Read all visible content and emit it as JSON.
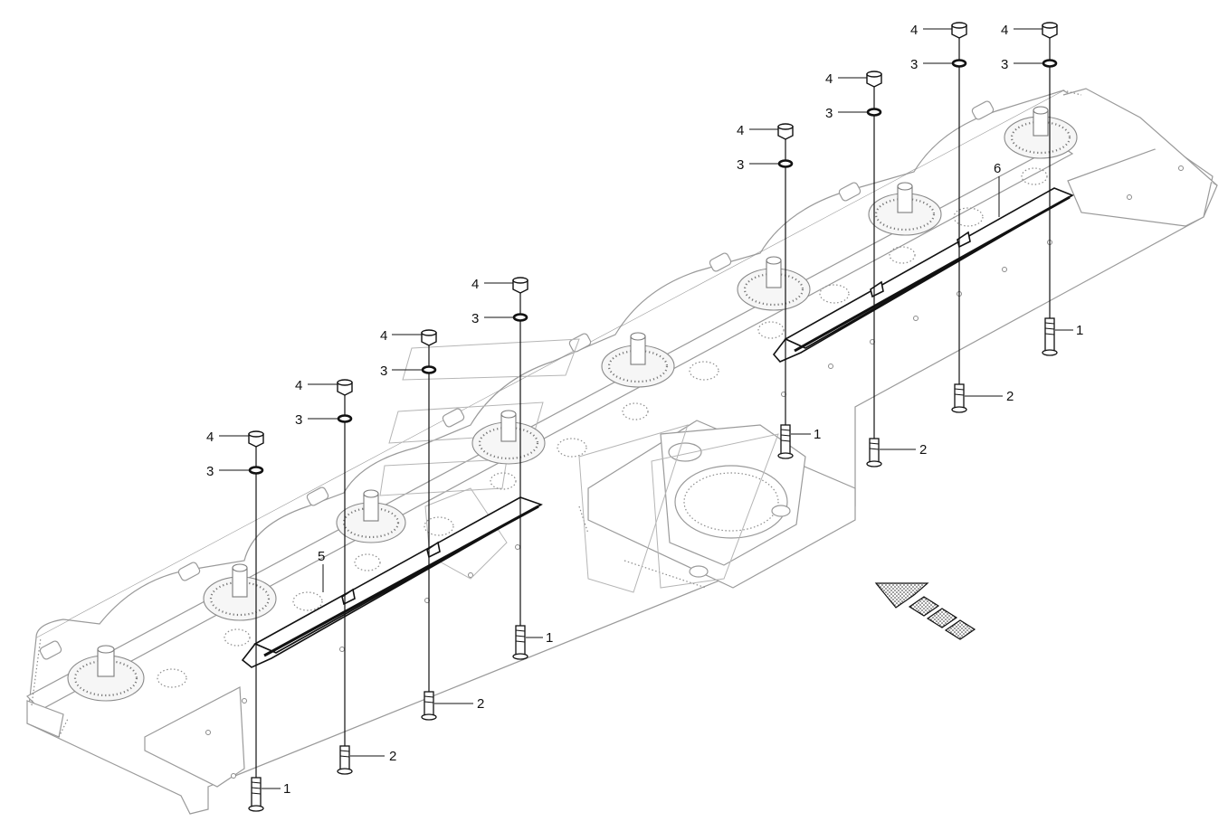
{
  "callouts": {
    "n1": "1",
    "n2": "2",
    "n3": "3",
    "n4": "4",
    "n5": "5",
    "n6": "6"
  },
  "parts": [
    {
      "number": "1",
      "kind": "long bolt"
    },
    {
      "number": "2",
      "kind": "short bolt"
    },
    {
      "number": "3",
      "kind": "washer"
    },
    {
      "number": "4",
      "kind": "nut"
    },
    {
      "number": "5",
      "kind": "skid bar (left)"
    },
    {
      "number": "6",
      "kind": "skid bar (right)"
    }
  ],
  "direction_icon": "travel-direction-arrow-icon"
}
